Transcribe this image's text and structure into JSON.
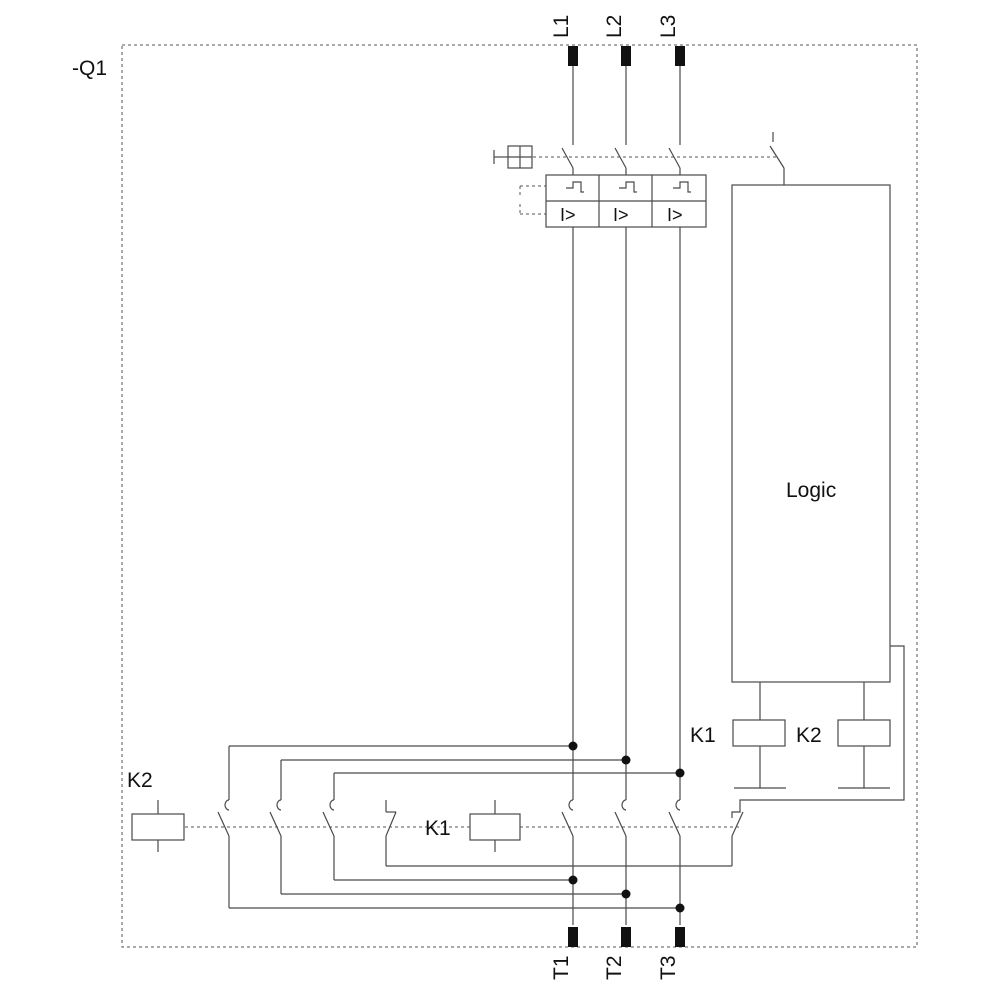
{
  "device_label": "-Q1",
  "inputs": [
    "L1",
    "L2",
    "L3"
  ],
  "outputs": [
    "T1",
    "T2",
    "T3"
  ],
  "trip_symbol": "I>",
  "logic_label": "Logic",
  "coils": {
    "k1_top": "K1",
    "k2_top": "K2",
    "k1_bottom": "K1",
    "k2_left": "K2"
  },
  "colors": {
    "line": "#4a4a4a",
    "terminal": "#111111",
    "background": "#ffffff"
  }
}
